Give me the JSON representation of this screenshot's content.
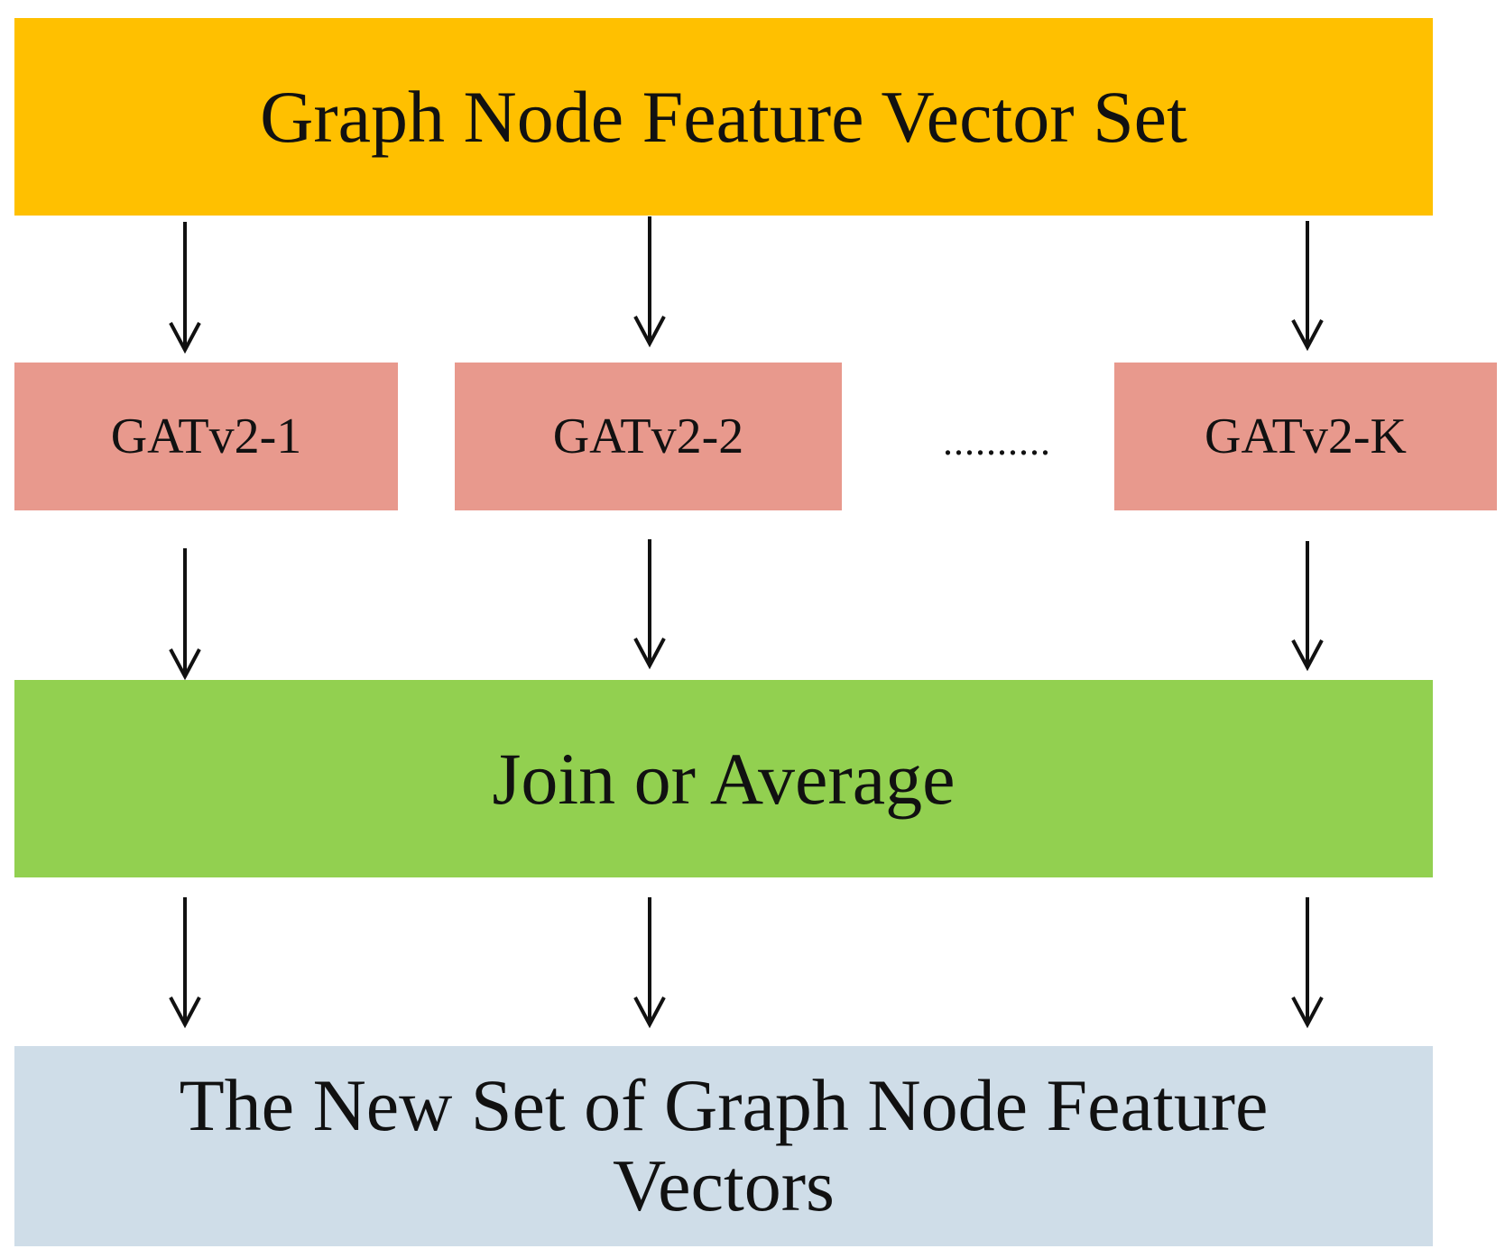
{
  "diagram": {
    "top_box": {
      "label": "Graph Node Feature Vector Set",
      "color": "#FFC000"
    },
    "heads": [
      {
        "label": "GATv2-1",
        "color": "#E8998D"
      },
      {
        "label": "GATv2-2",
        "color": "#E8998D"
      },
      {
        "label": "GATv2-K",
        "color": "#E8998D"
      }
    ],
    "ellipsis": "..........",
    "aggregate_box": {
      "label": "Join or Average",
      "color": "#92D050"
    },
    "output_box": {
      "label": "The New Set of Graph Node Feature Vectors",
      "color": "#CFDDE8"
    },
    "arrow_color": "#111111"
  }
}
